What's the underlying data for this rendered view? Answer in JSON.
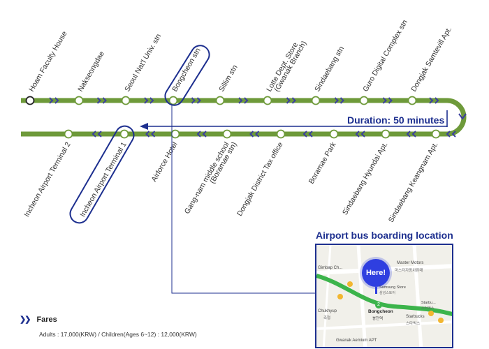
{
  "route": {
    "top_stops": [
      "Hoam Faculty House",
      "Nakseongdae",
      "Seoul Nat'l Univ. stn",
      "Bongcheon stn",
      "Sillim stn",
      "Lotte Dept. Store",
      "Sindaebang stn",
      "Guro Digital Complex stn",
      "Dongjak Samtevill Apt."
    ],
    "top_stop_sublines": {
      "5": "(Gwanak Branch)"
    },
    "bottom_stops": [
      "Incheon Airport Terminal 2",
      "Incheon Airport Terminal 1",
      "Airforce Hotel",
      "Gang-nam middle school",
      "Dongjak District Tax office",
      "Boramae Park",
      "Sindaebang Hyundai Apt.",
      "Sindaebang Keangnam Apt."
    ],
    "bottom_stop_sublines": {
      "3": "(Boramae stn)"
    },
    "duration": "Duration: 50 minutes",
    "colors": {
      "line": "#6e9a3a",
      "accent": "#1d2f8f",
      "chevron": "#3b3f9e"
    }
  },
  "map": {
    "title": "Airport bus boarding location",
    "here_label": "Here!",
    "labels": {
      "gimbap": "Gimbap Ch...",
      "master_motors": "Master Motors",
      "master_motors_kr": "마스터자동차판매",
      "samsung": "Samsung Store",
      "samsung_kr": "삼성스토어",
      "chukhyup": "Chukhyup",
      "chukhyup_kr": "축협",
      "bongcheon": "Bongcheon",
      "bongcheon_kr": "봉천역",
      "starbucks": "Starbucks",
      "starbucks_kr": "스타벅스",
      "starbucks2": "Starbu...",
      "starbucks2_kr": "스타벅스",
      "apt": "Gwanak Aemium APT",
      "line_badge": "2"
    }
  },
  "fares": {
    "icon": "double-chevron-icon",
    "title": "Fares",
    "text": "Adults : 17,000(KRW) / Children(Ages 6~12) : 12,000(KRW)"
  }
}
